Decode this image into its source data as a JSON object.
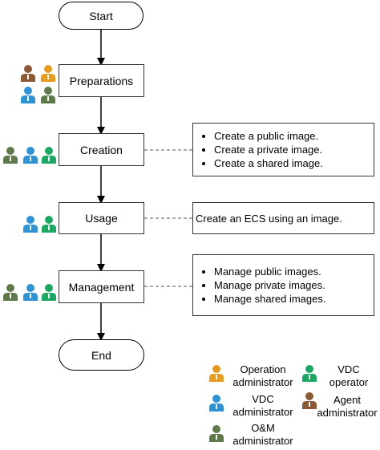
{
  "flow": {
    "start": "Start",
    "preparations": "Preparations",
    "creation": "Creation",
    "usage": "Usage",
    "management": "Management",
    "end": "End"
  },
  "notes": {
    "creation": [
      "Create a public image.",
      "Create a private image.",
      "Create a shared image."
    ],
    "usage": "Create an ECS using an image.",
    "management": [
      "Manage public images.",
      "Manage private images.",
      "Manage shared images."
    ]
  },
  "legend": {
    "operation_admin": [
      "Operation",
      "administrator"
    ],
    "vdc_operator": [
      "VDC",
      "operator"
    ],
    "vdc_admin": [
      "VDC",
      "administrator"
    ],
    "agent_admin": [
      "Agent",
      "administrator"
    ],
    "om_admin": [
      "O&M",
      "administrator"
    ]
  },
  "colors": {
    "operation_admin": "#E89B1C",
    "vdc_operator": "#1BA863",
    "vdc_admin": "#2E92D6",
    "agent_admin": "#8B5A34",
    "om_admin": "#5E7A4A"
  },
  "icons": {
    "person": "person-icon"
  }
}
